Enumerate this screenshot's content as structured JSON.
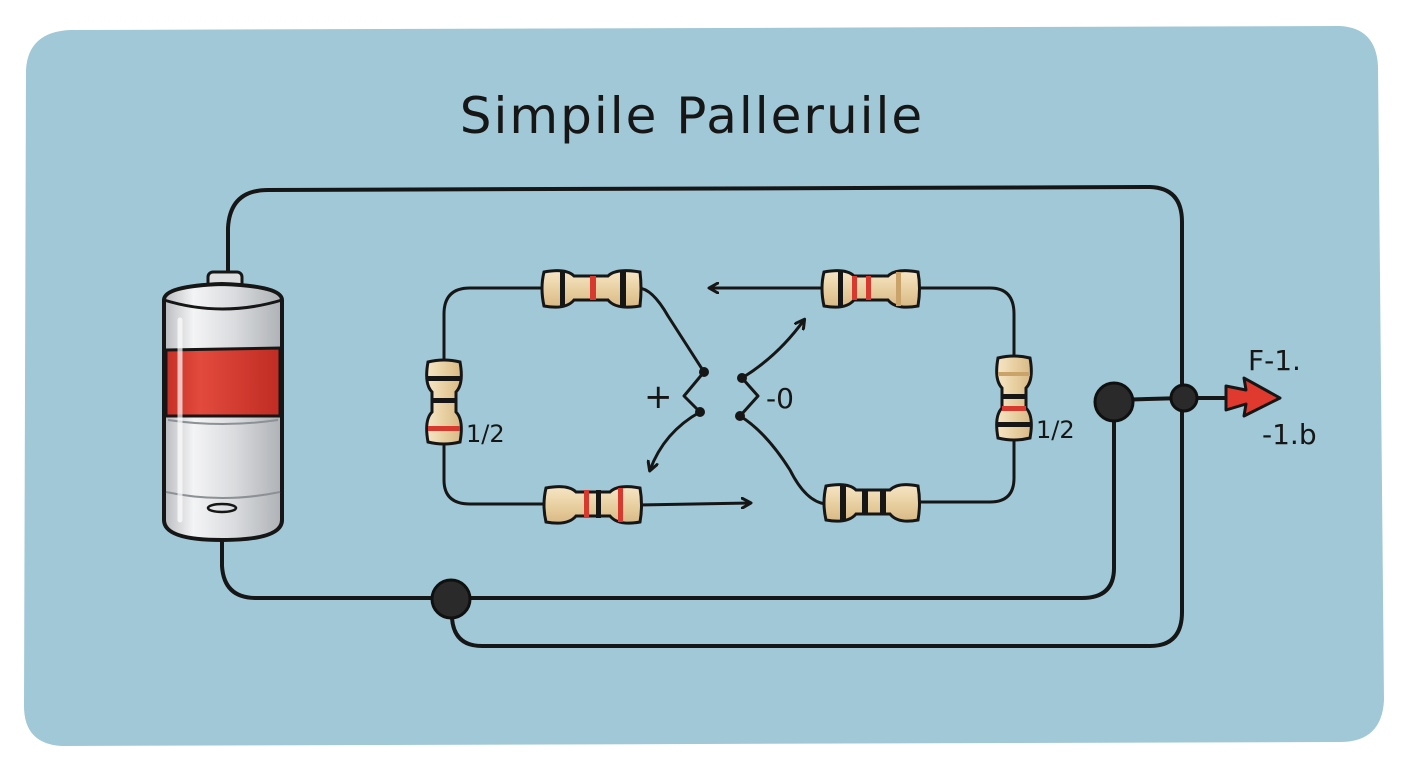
{
  "title": "Simpile Palleruile",
  "labels": {
    "plus": "+",
    "minus": "-0",
    "left_resistor": "1/2",
    "right_resistor": "1/2",
    "output_top": "F-1.",
    "output_bottom": "-1.b"
  },
  "colors": {
    "background": "#a0c8d7",
    "wire": "#161616",
    "battery_band": "#d8392e",
    "resistor_body": "#edd6ac",
    "output_arrow": "#e0392d"
  },
  "icons": {
    "battery": "battery-icon",
    "resistor": "resistor-icon",
    "node": "junction-node-icon",
    "output": "output-arrow-icon"
  }
}
